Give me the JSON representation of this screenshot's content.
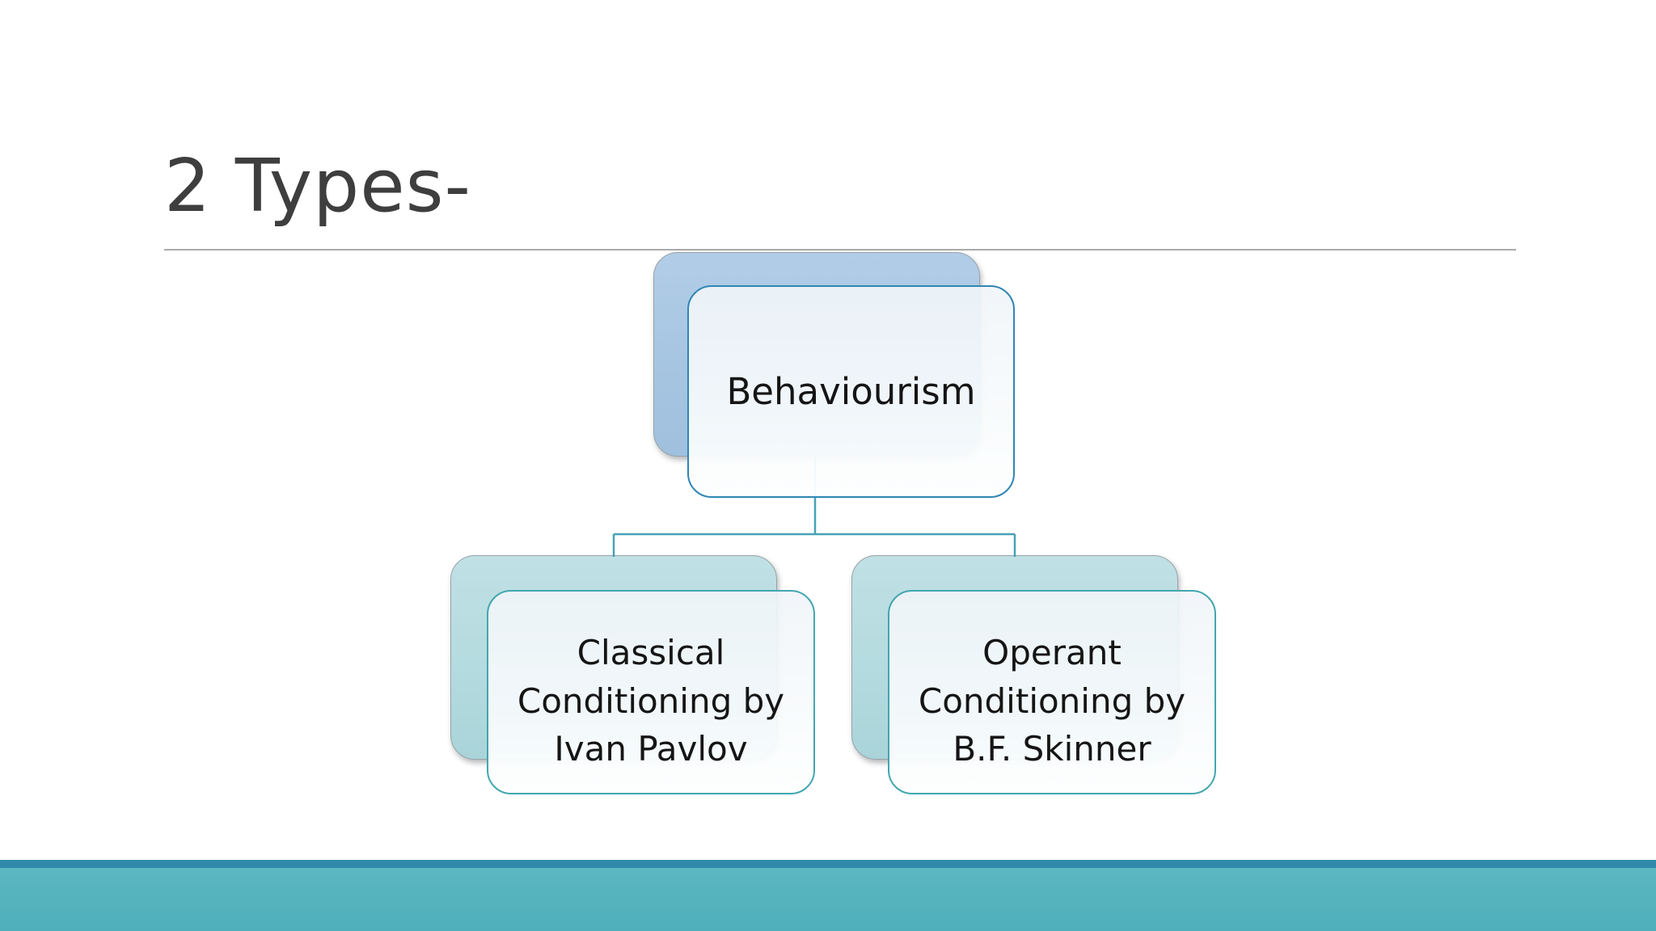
{
  "slide": {
    "title": "2 Types-",
    "title_color": "#3e3e3e",
    "underline_color": "#ababab",
    "background": "#ffffff"
  },
  "diagram": {
    "type": "hierarchy",
    "root": {
      "label": "Behaviourism"
    },
    "children": [
      {
        "label": "Classical Conditioning by Ivan Pavlov"
      },
      {
        "label": "Operant Conditioning by B.F. Skinner"
      }
    ],
    "colors": {
      "root_shadow_fill": "#aac7e2",
      "root_border": "#2e86b4",
      "child_shadow_fill": "#b7dce0",
      "child_border": "#43a6b0",
      "connector": "#47a2b5",
      "text": "#151515",
      "shadow_outline": "#98a2a8"
    }
  },
  "footer": {
    "accent_strip_color": "#3089ab",
    "bar_color": "#54b3bd"
  }
}
